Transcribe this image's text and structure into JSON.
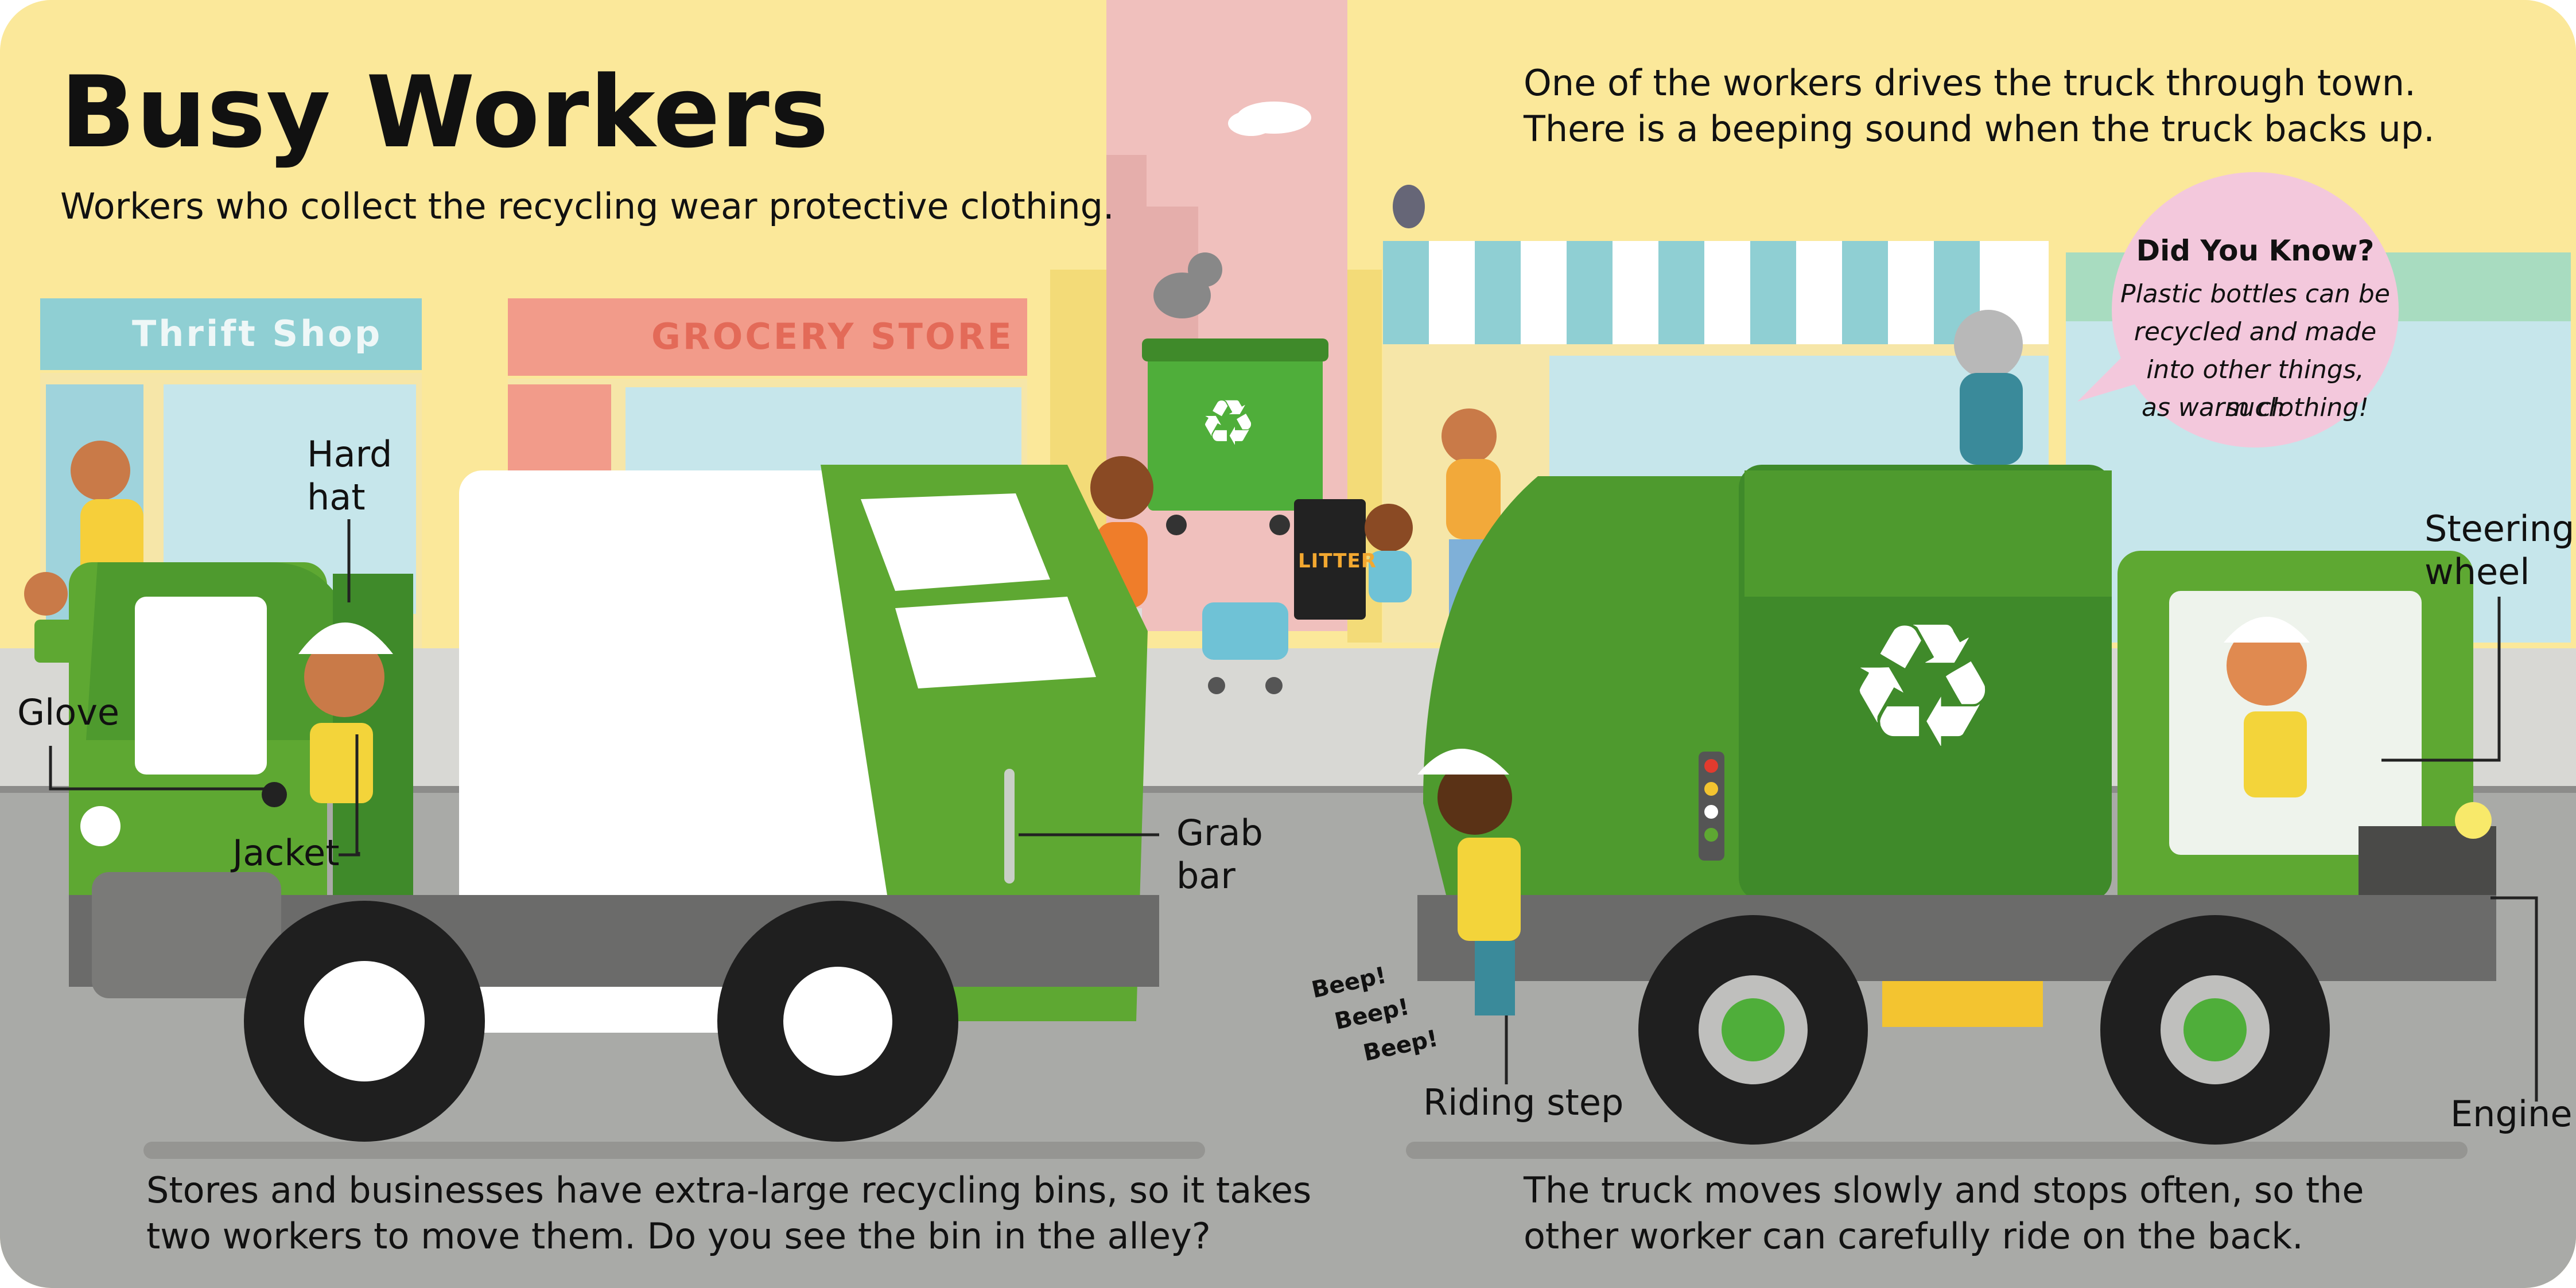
{
  "page": {
    "title": "Busy Workers",
    "intro": "Workers who collect the recycling wear protective clothing.",
    "top_right_line1": "One of the workers drives the truck through town.",
    "top_right_line2": "There is a beeping sound when the truck backs up.",
    "bottom_left_line1": "Stores and businesses have extra-large recycling bins, so it takes",
    "bottom_left_line2": "two workers to move them. Do you see the bin in the alley?",
    "bottom_right_line1": "The truck moves slowly and stops often, so the",
    "bottom_right_line2": "other worker can carefully ride on the back."
  },
  "signs": {
    "thrift_shop": "Thrift Shop",
    "grocery_store": "GROCERY STORE",
    "litter": "LITTER"
  },
  "labels": {
    "hard_hat_1": "Hard",
    "hard_hat_2": "hat",
    "glove": "Glove",
    "jacket": "Jacket",
    "grab_bar_1": "Grab",
    "grab_bar_2": "bar",
    "riding_step": "Riding step",
    "steering_wheel_1": "Steering",
    "steering_wheel_2": "wheel",
    "engine": "Engine"
  },
  "beep": [
    "Beep!",
    "Beep!",
    "Beep!"
  ],
  "did_you_know": {
    "heading": "Did You Know?",
    "line1": "Plastic bottles can be",
    "line2": "recycled and made",
    "line3": "into other things, such",
    "line4": "as warm clothing!"
  },
  "colors": {
    "background_yellow": "#fbe89a",
    "truck_green": "#5ea832",
    "truck_dark_green": "#3f8a2a",
    "road_gray": "#a9aaa7",
    "bubble_pink": "#f3c8dc"
  }
}
